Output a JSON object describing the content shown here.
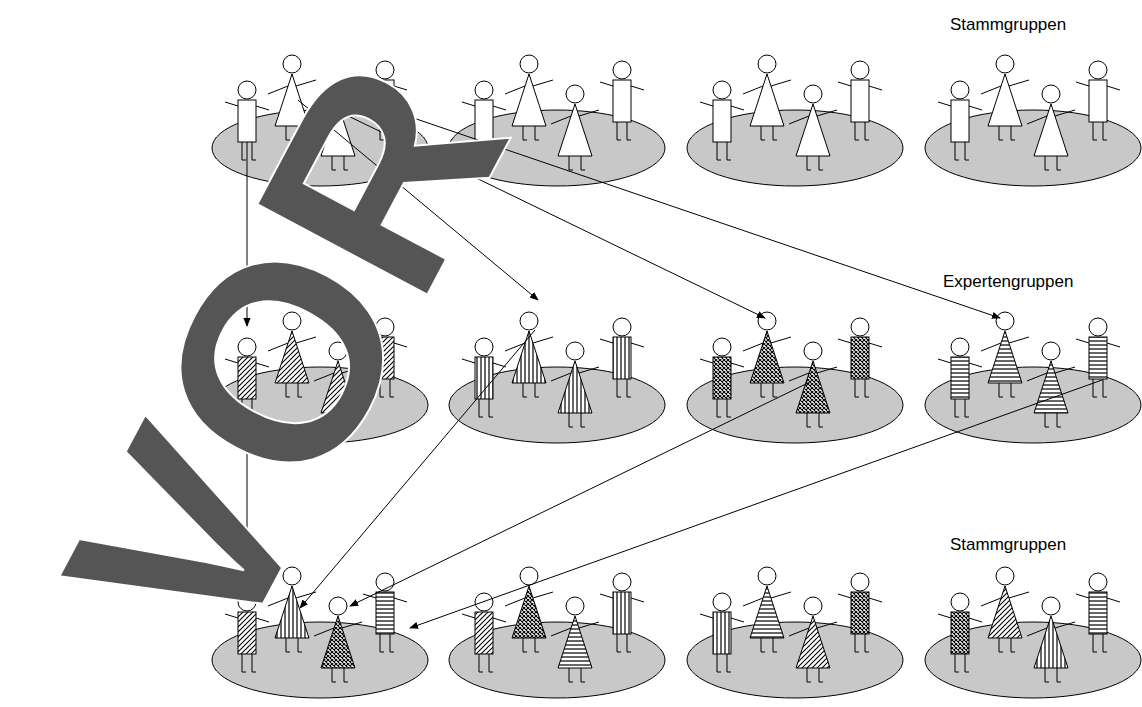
{
  "diagram": {
    "labels": [
      "Stammgruppen",
      "Expertengruppen",
      "Stammgruppen",
      "VOR"
    ]
  }
}
